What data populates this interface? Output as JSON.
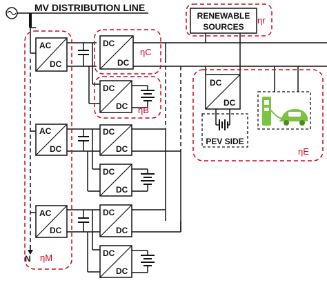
{
  "header": {
    "title": "MV DISTRIBUTION LINE"
  },
  "labels": {
    "ac": "AC",
    "dc": "DC",
    "renewable_line1": "RENEWABLE",
    "renewable_line2": "SOURCES",
    "pev_side": "PEV SIDE",
    "neutral": "N"
  },
  "efficiency": {
    "eta_c": "ηC",
    "eta_b": "ηB",
    "eta_r": "ηr",
    "eta_e": "ηE",
    "eta_m": "ηM"
  },
  "colors": {
    "line": "#111111",
    "dashed_group": "#d0021b",
    "ev_charger": "#7dc242"
  },
  "icons": [
    "ac-source-icon",
    "battery-icon",
    "ev-charger-icon",
    "electric-car-icon"
  ]
}
